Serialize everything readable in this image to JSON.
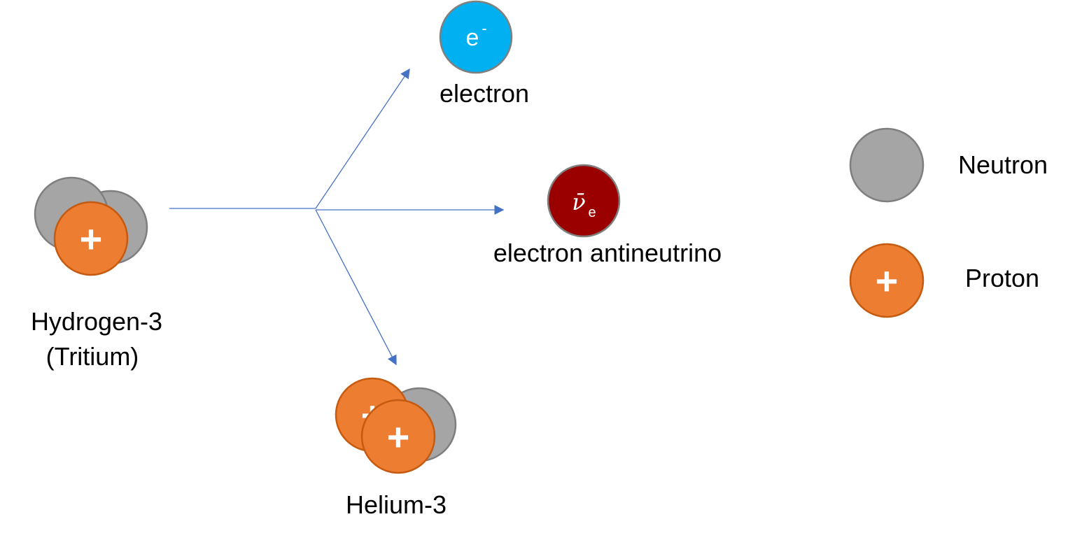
{
  "colors": {
    "neutron_fill": "#a5a5a5",
    "neutron_stroke": "#7f7f7f",
    "proton_fill": "#ed7d31",
    "proton_stroke": "#c55a11",
    "electron_fill": "#00b0f0",
    "electron_stroke": "#7f7f7f",
    "antineutrino_fill": "#9b0000",
    "antineutrino_stroke": "#7f7f7f",
    "arrow": "#4472c4"
  },
  "icons": {
    "proton": "plus-sign",
    "neutron": "plain-circle"
  },
  "symbols": {
    "plus": "+",
    "electron_base": "e",
    "electron_sup": "-",
    "antineutrino_base": "ν̄",
    "antineutrino_sub": "e"
  },
  "labels": {
    "parent_line1": "Hydrogen-3",
    "parent_line2": "(Tritium)",
    "electron": "electron",
    "antineutrino": "electron antineutrino",
    "daughter": "Helium-3",
    "legend_neutron": "Neutron",
    "legend_proton": "Proton"
  }
}
